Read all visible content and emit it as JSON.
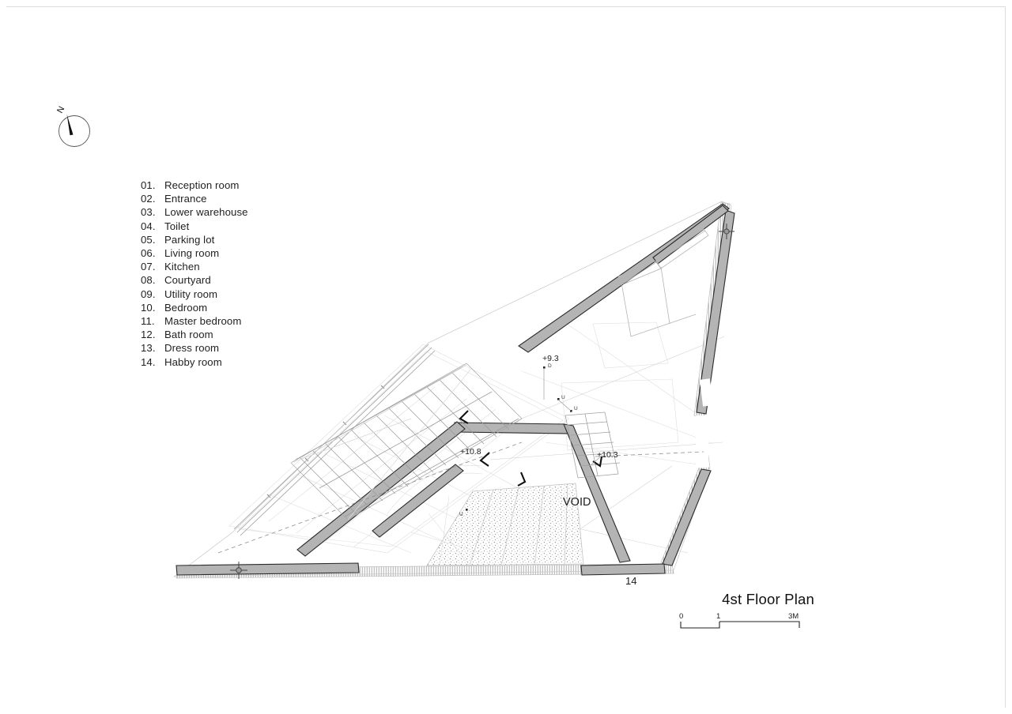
{
  "sheet": {
    "background": "#ffffff",
    "border_color": "#dcdcdc"
  },
  "north_arrow": {
    "label": "N",
    "icon": "north-arrow-icon"
  },
  "legend": {
    "items": [
      {
        "num": "01.",
        "label": "Reception room"
      },
      {
        "num": "02.",
        "label": "Entrance"
      },
      {
        "num": "03.",
        "label": "Lower warehouse"
      },
      {
        "num": "04.",
        "label": "Toilet"
      },
      {
        "num": "05.",
        "label": "Parking lot"
      },
      {
        "num": "06.",
        "label": "Living room"
      },
      {
        "num": "07.",
        "label": "Kitchen"
      },
      {
        "num": "08.",
        "label": "Courtyard"
      },
      {
        "num": "09.",
        "label": "Utility room"
      },
      {
        "num": "10.",
        "label": "Bedroom"
      },
      {
        "num": "11.",
        "label": "Master bedroom"
      },
      {
        "num": "12.",
        "label": "Bath room"
      },
      {
        "num": "13.",
        "label": "Dress room"
      },
      {
        "num": "14.",
        "label": "Habby room"
      }
    ]
  },
  "plan": {
    "wall_fill": "#b4b4b4",
    "wall_stroke": "#2b2b2b",
    "light_line": "#b9b9b9",
    "faint_line": "#d8d8d8",
    "hatch_color": "#9a9a9a",
    "annotations": {
      "elevation_upper": "+9.3",
      "elevation_left": "+10.8",
      "elevation_right": "+10.3",
      "room_number": "14",
      "void": "VOID",
      "stair_down": "D",
      "stair_up_left": "U",
      "stair_up_right": "U",
      "stair_up_lower": "U"
    }
  },
  "titleblock": {
    "title": "4st Floor Plan",
    "scale": {
      "start": "0",
      "mid": "1",
      "end": "3M"
    }
  }
}
